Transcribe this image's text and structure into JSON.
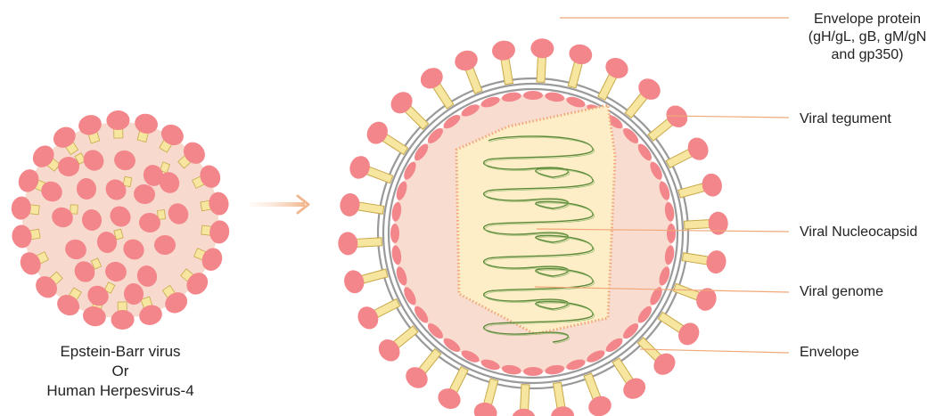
{
  "caption": {
    "line1": "Epstein-Barr virus",
    "line2": "Or",
    "line3": "Human Herpesvirus-4"
  },
  "labels": {
    "envelope_protein": [
      "Envelope protein",
      "(gH/gL, gB, gM/gN",
      "and gp350)"
    ],
    "viral_tegument": "Viral tegument",
    "viral_nucleocapsid": "Viral Nucleocapsid",
    "viral_genome": "Viral genome",
    "envelope": "Envelope"
  },
  "colors": {
    "spike_head": "#f2868a",
    "spike_stem": "#f6e6a0",
    "spike_stem_border": "#c9a84a",
    "virion_body": "#f7dacd",
    "tegument_fill": "#f8dccf",
    "membrane_ring": "#9a9a9a",
    "capsid_fill": "#fdeec7",
    "capsid_dots": "#f0a878",
    "genome": "#5d8a3a",
    "leader_line": "#f0a878",
    "arrow": "#f5c9a8"
  }
}
